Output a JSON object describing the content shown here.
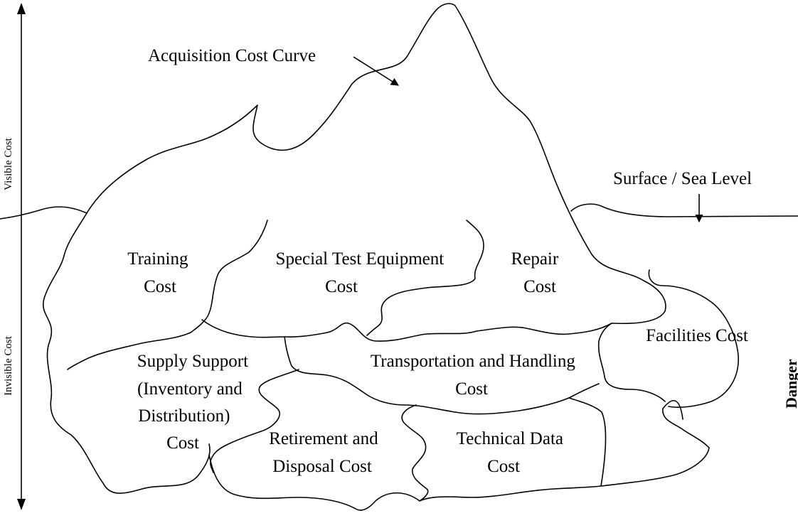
{
  "title": "",
  "axis": {
    "visible_label": "Visible Cost",
    "invisible_label": "Invisible Cost"
  },
  "sea_level_label": "Surface / Sea Level",
  "acquisition_label": "Acquisition Cost Curve",
  "danger_label": "Danger",
  "regions": {
    "training": [
      "Training",
      "Cost"
    ],
    "special_test": [
      "Special Test Equipment",
      "Cost"
    ],
    "repair": [
      "Repair",
      "Cost"
    ],
    "facilities": [
      "Facilities Cost"
    ],
    "supply": [
      "Supply Support",
      "(Inventory and",
      "Distribution)",
      "Cost"
    ],
    "transport": [
      "Transportation and Handling",
      "Cost"
    ],
    "retirement": [
      "Retirement and",
      "Disposal Cost"
    ],
    "technical": [
      "Technical Data",
      "Cost"
    ]
  }
}
